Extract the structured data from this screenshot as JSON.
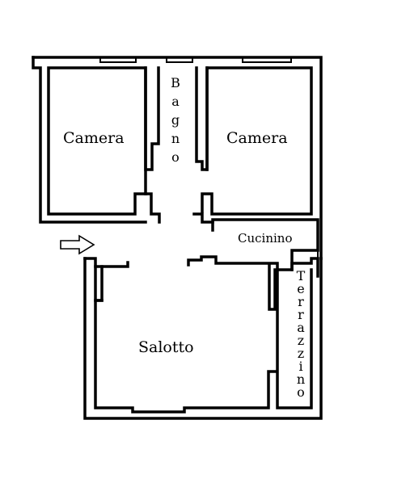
{
  "rooms": {
    "camera_left": "Camera",
    "camera_right": "Camera",
    "bagno": "Bagno",
    "cucinino": "Cucinino",
    "salotto": "Salotto",
    "terrazzino": "Terrazzino"
  },
  "entrance_icon": "arrow-right-icon"
}
